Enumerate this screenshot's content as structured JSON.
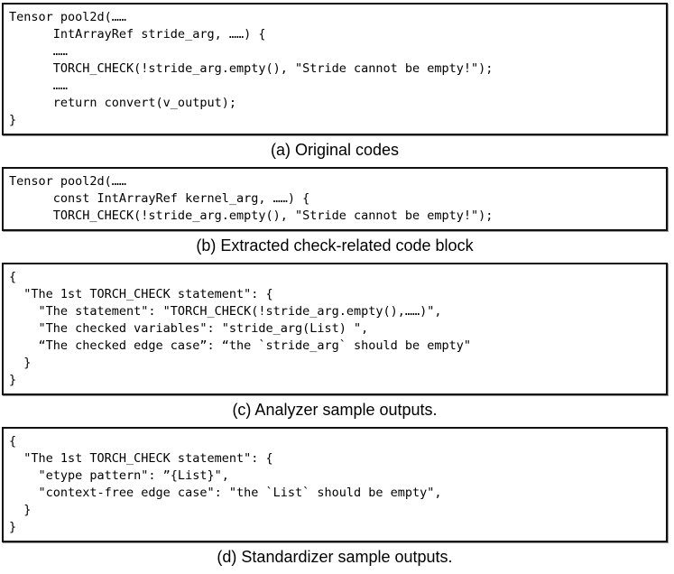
{
  "figure": {
    "colors": {
      "background": "#ffffff",
      "text": "#000000",
      "box_border": "#101010"
    },
    "panels": [
      {
        "id": "a",
        "caption": "(a) Original codes",
        "code_lines": [
          "Tensor pool2d(……",
          "      IntArrayRef stride_arg, ……) {",
          "      ……",
          "      TORCH_CHECK(!stride_arg.empty(), \"Stride cannot be empty!\");",
          "      ……",
          "      return convert(v_output);",
          "}"
        ]
      },
      {
        "id": "b",
        "caption": "(b) Extracted check-related code block",
        "code_lines": [
          "Tensor pool2d(……",
          "      const IntArrayRef kernel_arg, ……) {",
          "      TORCH_CHECK(!stride_arg.empty(), \"Stride cannot be empty!\");"
        ]
      },
      {
        "id": "c",
        "caption": "(c) Analyzer sample outputs.",
        "code_lines": [
          "{",
          "  \"The 1st TORCH_CHECK statement\": {",
          "    \"The statement\": \"TORCH_CHECK(!stride_arg.empty(),……)\",",
          "    \"The checked variables\": \"stride_arg(List) \",",
          "    “The checked edge case”: “the `stride_arg` should be empty\"",
          "  }",
          "}"
        ]
      },
      {
        "id": "d",
        "caption": "(d) Standardizer sample outputs.",
        "code_lines": [
          "{",
          "  \"The 1st TORCH_CHECK statement\": {",
          "    \"etype pattern\": ”{List}\",",
          "    \"context-free edge case\": \"the `List` should be empty\",",
          "  }",
          "}"
        ]
      }
    ]
  }
}
